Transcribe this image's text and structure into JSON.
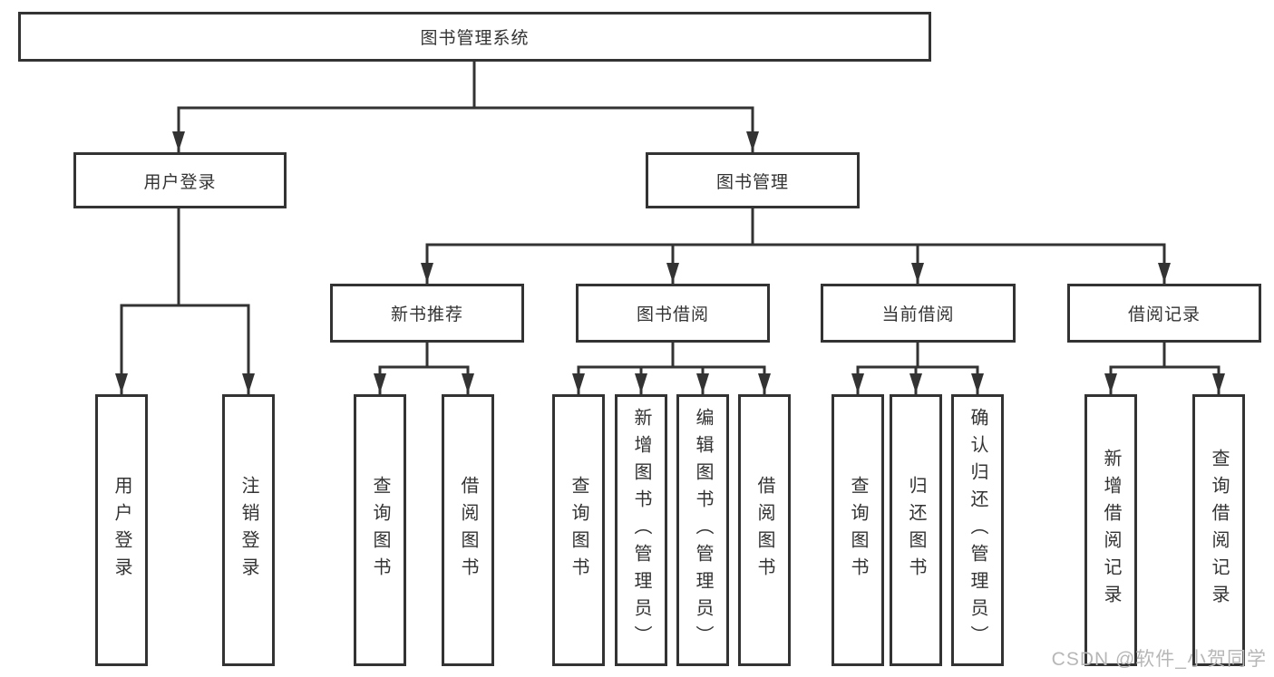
{
  "diagram": {
    "root": {
      "label": "图书管理系统"
    },
    "branches": [
      {
        "label": "用户登录",
        "children": [
          {
            "label": "用户登录"
          },
          {
            "label": "注销登录"
          }
        ]
      },
      {
        "label": "图书管理",
        "children": [
          {
            "label": "新书推荐",
            "children": [
              {
                "label": "查询图书"
              },
              {
                "label": "借阅图书"
              }
            ]
          },
          {
            "label": "图书借阅",
            "children": [
              {
                "label": "查询图书"
              },
              {
                "label": "新增图书（管理员）"
              },
              {
                "label": "编辑图书（管理员）"
              },
              {
                "label": "借阅图书"
              }
            ]
          },
          {
            "label": "当前借阅",
            "children": [
              {
                "label": "查询图书"
              },
              {
                "label": "归还图书"
              },
              {
                "label": "确认归还（管理员）"
              }
            ]
          },
          {
            "label": "借阅记录",
            "children": [
              {
                "label": "新增借阅记录"
              },
              {
                "label": "查询借阅记录"
              }
            ]
          }
        ]
      }
    ]
  },
  "watermark": {
    "text": "CSDN @软件_小贺同学"
  },
  "colors": {
    "line": "#333333",
    "box_border": "#333333",
    "text": "#333333",
    "watermark": "#b7b7b7",
    "background": "#ffffff"
  }
}
